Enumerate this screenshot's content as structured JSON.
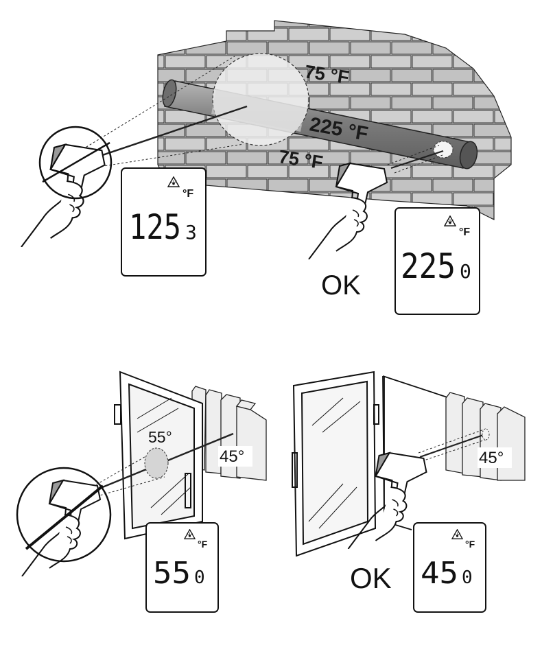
{
  "top": {
    "upper_wall_label": "75 °F",
    "pipe_label": "225 °F",
    "lower_wall_label": "75 °F",
    "ok_label": "OK",
    "display_wrong": {
      "main": "125",
      "decimal": "3",
      "unit": "°F"
    },
    "display_correct": {
      "main": "225",
      "decimal": "0",
      "unit": "°F"
    }
  },
  "bottom": {
    "glass_label": "55°",
    "milk_label_left": "45°",
    "milk_label_right": "45°",
    "ok_label": "OK",
    "display_wrong": {
      "main": "55",
      "decimal": "0",
      "unit": "°F"
    },
    "display_correct": {
      "main": "45",
      "decimal": "0",
      "unit": "°F"
    }
  },
  "icons": [
    "laser-warning-icon",
    "thermometer-gun-icon",
    "prohibited-icon"
  ],
  "colors": {
    "brick": "#c4c4c4",
    "pipe": "#8a8a8a",
    "spot": "#efefef"
  }
}
